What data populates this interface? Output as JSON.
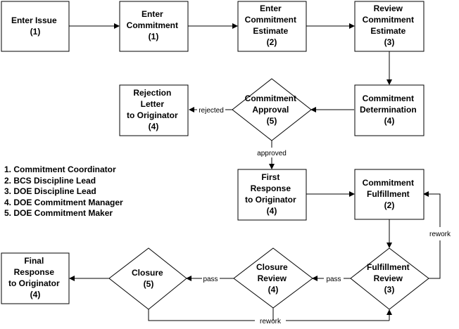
{
  "nodes": {
    "enter_issue": [
      "Enter Issue",
      "(1)"
    ],
    "enter_commitment": [
      "Enter",
      "Commitment",
      "(1)"
    ],
    "enter_estimate": [
      "Enter",
      "Commitment",
      "Estimate",
      "(2)"
    ],
    "review_estimate": [
      "Review",
      "Commitment",
      "Estimate",
      "(3)"
    ],
    "determination": [
      "Commitment",
      "Determination",
      "(4)"
    ],
    "approval": [
      "Commitment",
      "Approval",
      "(5)"
    ],
    "rejection_letter": [
      "Rejection",
      "Letter",
      "to Originator",
      "(4)"
    ],
    "first_response": [
      "First",
      "Response",
      "to Originator",
      "(4)"
    ],
    "fulfillment": [
      "Commitment",
      "Fulfillment",
      "(2)"
    ],
    "fulfillment_review": [
      "Fulfillment",
      "Review",
      "(3)"
    ],
    "closure_review": [
      "Closure",
      "Review",
      "(4)"
    ],
    "closure": [
      "Closure",
      "(5)"
    ],
    "final_response": [
      "Final",
      "Response",
      "to Originator",
      "(4)"
    ]
  },
  "edge_labels": {
    "rejected": "rejected",
    "approved": "approved",
    "rework_right": "rework",
    "pass_1": "pass",
    "pass_2": "pass",
    "rework_bottom": "rework"
  },
  "legend": [
    "1. Commitment Coordinator",
    "2. BCS Discipline Lead",
    "3. DOE Discipline Lead",
    "4. DOE Commitment Manager",
    "5. DOE Commitment Maker"
  ]
}
